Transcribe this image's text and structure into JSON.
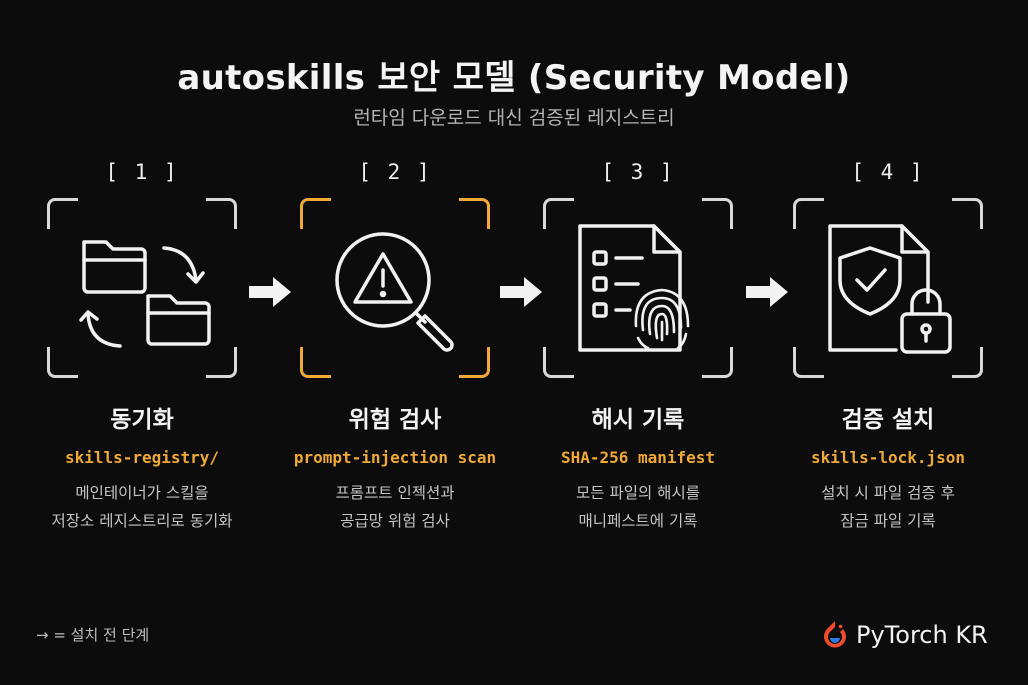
{
  "header": {
    "title": "autoskills 보안 모델 (Security Model)",
    "subtitle": "런타임 다운로드 대신 검증된 레지스트리"
  },
  "steps": [
    {
      "number": "[ 1 ]",
      "title": "동기화",
      "code": "skills-registry/",
      "desc_line1": "메인테이너가 스킬을",
      "desc_line2": "저장소 레지스트리로 동기화",
      "icon": "folder-sync-icon",
      "highlighted": false
    },
    {
      "number": "[ 2 ]",
      "title": "위험 검사",
      "code": "prompt-injection scan",
      "desc_line1": "프롬프트 인젝션과",
      "desc_line2": "공급망 위험 검사",
      "icon": "warning-magnifier-icon",
      "highlighted": true
    },
    {
      "number": "[ 3 ]",
      "title": "해시 기록",
      "code": "SHA-256 manifest",
      "desc_line1": "모든 파일의 해시를",
      "desc_line2": "매니페스트에 기록",
      "icon": "fingerprint-document-icon",
      "highlighted": false
    },
    {
      "number": "[ 4 ]",
      "title": "검증 설치",
      "code": "skills-lock.json",
      "desc_line1": "설치 시 파일 검증 후",
      "desc_line2": "잠금 파일 기록",
      "icon": "shield-lock-document-icon",
      "highlighted": false
    }
  ],
  "legend": {
    "text": "→ = 설치 전 단계"
  },
  "brand": {
    "name": "PyTorch KR",
    "icon": "pytorch-flame-icon"
  },
  "colors": {
    "background": "#0c0c0c",
    "accent": "#f0a936",
    "text": "#f2f2f2",
    "muted": "#c4c4c4",
    "brand_red": "#ee4c2c"
  }
}
